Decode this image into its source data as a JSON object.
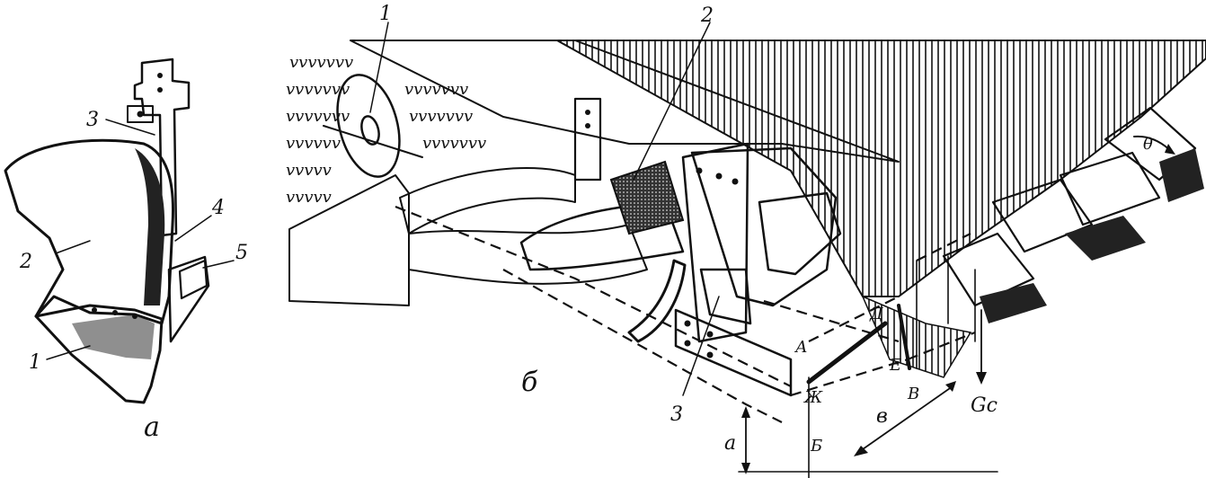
{
  "part_a": {
    "caption": "а",
    "labels": {
      "l1": "1",
      "l2": "2",
      "l3": "3",
      "l4": "4",
      "l5": "5"
    }
  },
  "part_b": {
    "caption": "б",
    "labels": {
      "l1": "1",
      "l2": "2",
      "l3": "3",
      "A": "А",
      "D": "Д",
      "E": "Е",
      "Zh": "Ж",
      "V": "В",
      "B": "Б",
      "a": "а",
      "b": "в",
      "theta": "θ",
      "Gc": "Gc"
    },
    "soil_marks": [
      "vvvvvvv",
      "vvvvvvv",
      "vvvvvvv",
      "vvvvvv",
      "vvvvv",
      "vvvvv"
    ]
  }
}
